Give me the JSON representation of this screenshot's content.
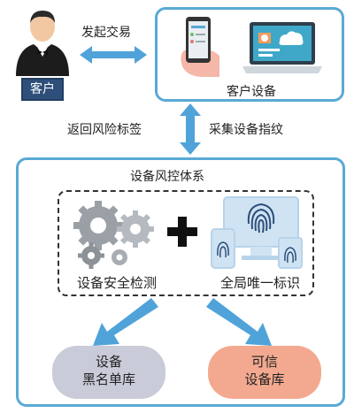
{
  "customer": {
    "label": "客户"
  },
  "edge_initiate": {
    "label": "发起交易"
  },
  "device": {
    "label": "客户设备"
  },
  "edge_return": {
    "label": "返回风险标签"
  },
  "edge_collect": {
    "label": "采集设备指纹"
  },
  "system": {
    "title": "设备风控体系",
    "security_label": "设备安全检测",
    "id_label": "全局唯一标识"
  },
  "outputs": {
    "blacklist": {
      "line1": "设备",
      "line2": "黑名单库"
    },
    "trusted": {
      "line1": "可信",
      "line2": "设备库"
    }
  },
  "colors": {
    "box_border": "#5aa9d6",
    "arrow": "#4fa3d9",
    "customer_label_bg": "#2e4f7a",
    "blacklist_bg": "#c9cbd8",
    "trusted_bg": "#f3a98f"
  }
}
